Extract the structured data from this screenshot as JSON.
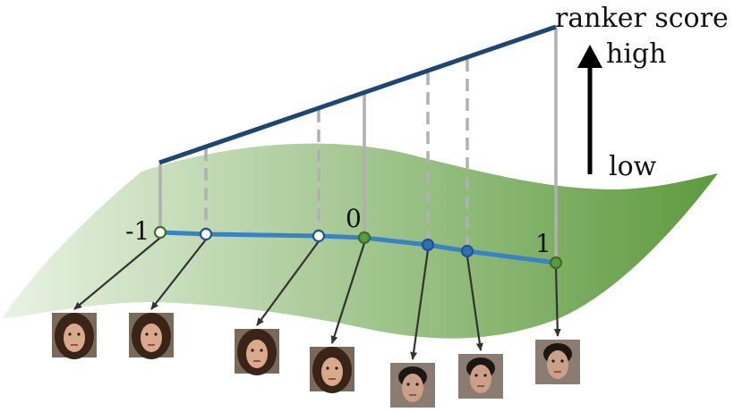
{
  "labels": {
    "axis_title": "ranker score",
    "high": "high",
    "low": "low",
    "tick_neg1": "-1",
    "tick_0": "0",
    "tick_1": "1"
  },
  "colors": {
    "surface_light": "#e9f3e3",
    "surface_dark": "#5e9a3e",
    "score_line": "#1d4770",
    "path_line": "#3a82c6",
    "point_green": "#5e9a3e",
    "point_blue": "#2f6fb3",
    "point_white": "#ffffff",
    "connector": "#b0b0b0",
    "face_arrow": "#333333",
    "axis_arrow": "#000000"
  },
  "points": [
    {
      "t": -1.0,
      "fill": "white",
      "stroke": "green",
      "connector": "solid"
    },
    {
      "t": -0.76,
      "fill": "white",
      "stroke": "blue",
      "connector": "dashed"
    },
    {
      "t": -0.2,
      "fill": "white",
      "stroke": "blue",
      "connector": "dashed"
    },
    {
      "t": 0.0,
      "fill": "green",
      "stroke": "green",
      "connector": "solid"
    },
    {
      "t": 0.32,
      "fill": "blue",
      "stroke": "blue",
      "connector": "dashed"
    },
    {
      "t": 0.52,
      "fill": "blue",
      "stroke": "blue",
      "connector": "dashed"
    },
    {
      "t": 1.0,
      "fill": "green",
      "stroke": "green",
      "connector": "solid"
    }
  ]
}
